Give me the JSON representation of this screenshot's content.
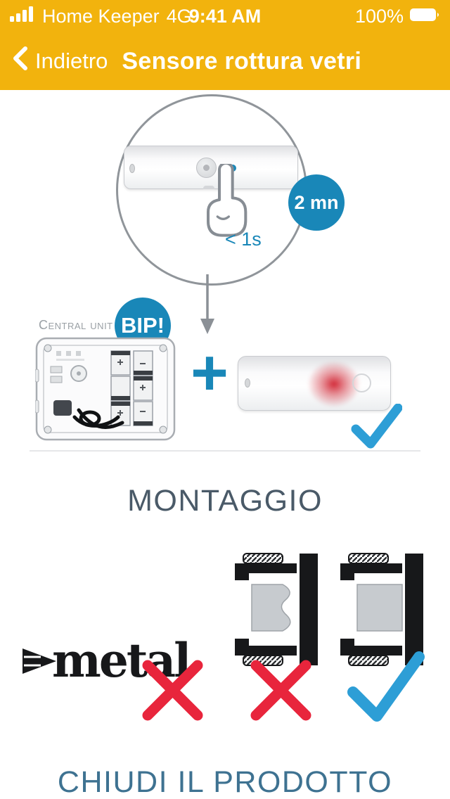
{
  "status_bar": {
    "carrier": "Home Keeper",
    "network": "4G",
    "time": "9:41 AM",
    "battery": "100%"
  },
  "nav": {
    "back_label": "Indietro",
    "title": "Sensore rottura vetri"
  },
  "pairing": {
    "press_duration": "< 1s",
    "timer_badge": "2 mn",
    "beep_badge": "BIP!",
    "central_unit_label": "Central unit",
    "plus_sign": "+"
  },
  "mounting": {
    "title": "MONTAGGIO",
    "metal_label": "metal"
  },
  "footer": {
    "title": "CHIUDI IL PRODOTTO"
  },
  "colors": {
    "header_yellow": "#F2B30D",
    "accent_blue": "#1987B8",
    "check_blue": "#2D9ED6",
    "cross_red": "#E8253C",
    "montaggio_heading": "#4A5A68",
    "footer_heading": "#3E7291"
  }
}
